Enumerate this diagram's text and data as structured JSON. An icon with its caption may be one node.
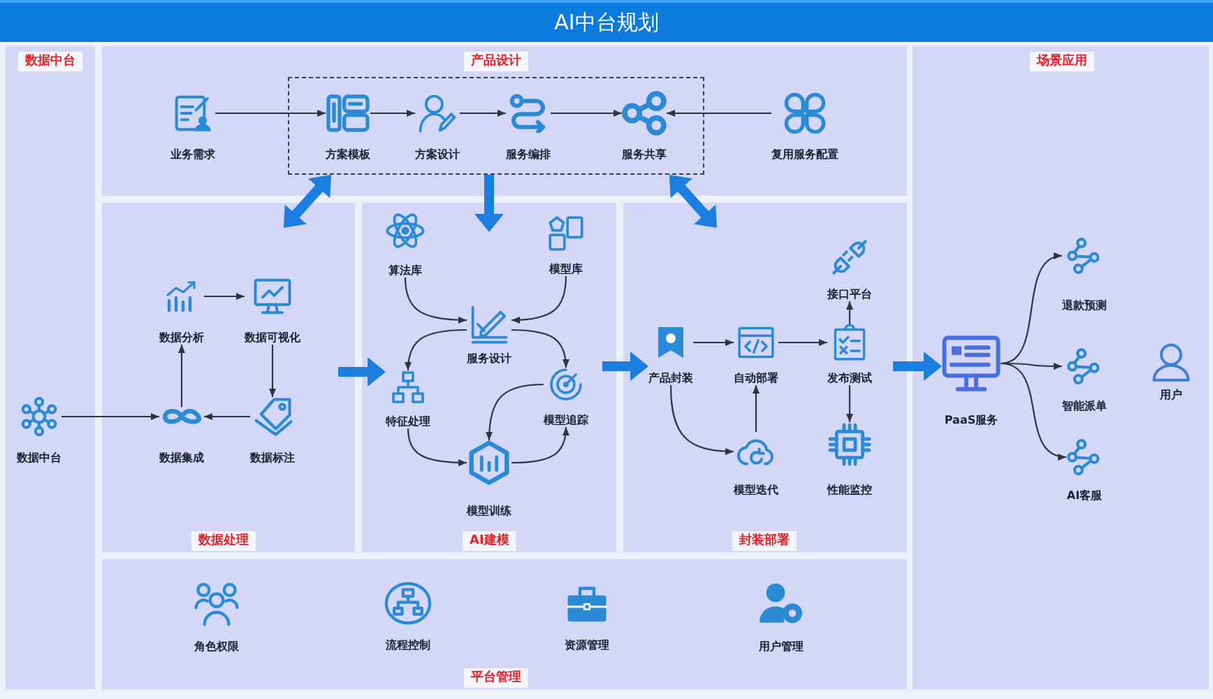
{
  "diagram": {
    "title": "AI中台规划",
    "nodes": [
      {
        "text": [
          "数据中台"
        ]
      },
      {
        "text": [
          "产品设计"
        ]
      },
      {
        "text": [],
        "shape": "box",
        "in": 1
      },
      {
        "text": [
          "业务需求"
        ],
        "in": 1
      },
      {
        "text": [
          "方案模板"
        ],
        "in": 2
      },
      {
        "text": [
          "方案设计"
        ],
        "in": 2
      },
      {
        "text": [
          "服务编排"
        ],
        "in": 2
      },
      {
        "text": [
          "服务共享"
        ],
        "in": 2
      },
      {
        "text": [
          "复用服务配置"
        ],
        "in": 1
      },
      {
        "text": [
          "场景应用"
        ]
      },
      {
        "text": [
          "数据处理"
        ]
      },
      {
        "text": [
          "数据分析"
        ],
        "in": 10
      },
      {
        "text": [
          "数据可视化"
        ],
        "in": 10
      },
      {
        "text": [
          "数据集成"
        ],
        "in": 10
      },
      {
        "text": [
          "数据标注"
        ],
        "in": 10
      },
      {
        "text": [
          "数据中台"
        ],
        "in": 0
      },
      {
        "text": [
          "AI建模"
        ]
      },
      {
        "text": [
          "算法库"
        ],
        "in": 16
      },
      {
        "text": [
          "模型库"
        ],
        "in": 16
      },
      {
        "text": [
          "服务设计"
        ],
        "in": 16
      },
      {
        "text": [
          "特征处理"
        ],
        "in": 16
      },
      {
        "text": [
          "模型追踪"
        ],
        "in": 16
      },
      {
        "text": [
          "模型训练"
        ],
        "in": 16
      },
      {
        "text": [
          "封装部署"
        ]
      },
      {
        "text": [
          "接口平台"
        ],
        "in": 23
      },
      {
        "text": [
          "产品封装"
        ],
        "in": 23
      },
      {
        "text": [
          "自动部署"
        ],
        "in": 23
      },
      {
        "text": [
          "发布测试"
        ],
        "in": 23
      },
      {
        "text": [
          "模型迭代"
        ],
        "in": 23
      },
      {
        "text": [
          "性能监控"
        ],
        "in": 23
      },
      {
        "text": [
          "PaaS服务"
        ],
        "in": 9
      },
      {
        "text": [
          "退款预测"
        ],
        "in": 9
      },
      {
        "text": [
          "智能派单"
        ],
        "in": 9
      },
      {
        "text": [
          "AI客服"
        ],
        "in": 9
      },
      {
        "text": [
          "用户"
        ],
        "in": 9
      },
      {
        "text": [
          "平台管理"
        ]
      },
      {
        "text": [
          "角色权限"
        ],
        "in": 35
      },
      {
        "text": [
          "流程控制"
        ],
        "in": 35
      },
      {
        "text": [
          "资源管理"
        ],
        "in": 35
      },
      {
        "text": [
          "用户管理"
        ],
        "in": 35
      }
    ],
    "edges": [
      {
        "from": 3,
        "to": 4,
        "arrow": "to"
      },
      {
        "from": 4,
        "to": 5,
        "arrow": "to"
      },
      {
        "from": 5,
        "to": 6,
        "arrow": "to"
      },
      {
        "from": 6,
        "to": 7,
        "arrow": "to"
      },
      {
        "from": 8,
        "to": 7,
        "arrow": "to"
      },
      {
        "from": 2,
        "to": 10,
        "arrow": "both",
        "style": "thick",
        "color": "#1a7fe0"
      },
      {
        "from": 2,
        "to": 16,
        "arrow": "to",
        "style": "thick",
        "color": "#1a7fe0"
      },
      {
        "from": 2,
        "to": 23,
        "arrow": "both",
        "style": "thick",
        "color": "#1a7fe0"
      },
      {
        "from": 15,
        "to": 13,
        "arrow": "to"
      },
      {
        "from": 13,
        "to": 11,
        "arrow": "to"
      },
      {
        "from": 11,
        "to": 12,
        "arrow": "to"
      },
      {
        "from": 12,
        "to": 14,
        "arrow": "to"
      },
      {
        "from": 14,
        "to": 13,
        "arrow": "to"
      },
      {
        "from": 10,
        "to": 20,
        "arrow": "to",
        "style": "thick",
        "color": "#1a7fe0"
      },
      {
        "from": 17,
        "to": 19,
        "arrow": "to"
      },
      {
        "from": 18,
        "to": 19,
        "arrow": "to"
      },
      {
        "from": 19,
        "to": 20,
        "arrow": "to"
      },
      {
        "from": 19,
        "to": 21,
        "arrow": "to"
      },
      {
        "from": 20,
        "to": 22,
        "arrow": "to"
      },
      {
        "from": 22,
        "to": 21,
        "arrow": "to"
      },
      {
        "from": 21,
        "to": 22,
        "arrow": "to"
      },
      {
        "from": 16,
        "to": 25,
        "arrow": "to",
        "style": "thick",
        "color": "#1a7fe0"
      },
      {
        "from": 25,
        "to": 26,
        "arrow": "to"
      },
      {
        "from": 26,
        "to": 27,
        "arrow": "to"
      },
      {
        "from": 27,
        "to": 24,
        "arrow": "to"
      },
      {
        "from": 27,
        "to": 29,
        "arrow": "to"
      },
      {
        "from": 25,
        "to": 28,
        "arrow": "to"
      },
      {
        "from": 28,
        "to": 26,
        "arrow": "to"
      },
      {
        "from": 23,
        "to": 30,
        "arrow": "to",
        "style": "thick",
        "color": "#1a7fe0"
      },
      {
        "from": 30,
        "to": 31,
        "arrow": "to"
      },
      {
        "from": 30,
        "to": 32,
        "arrow": "to"
      },
      {
        "from": 30,
        "to": 33,
        "arrow": "to"
      }
    ]
  }
}
